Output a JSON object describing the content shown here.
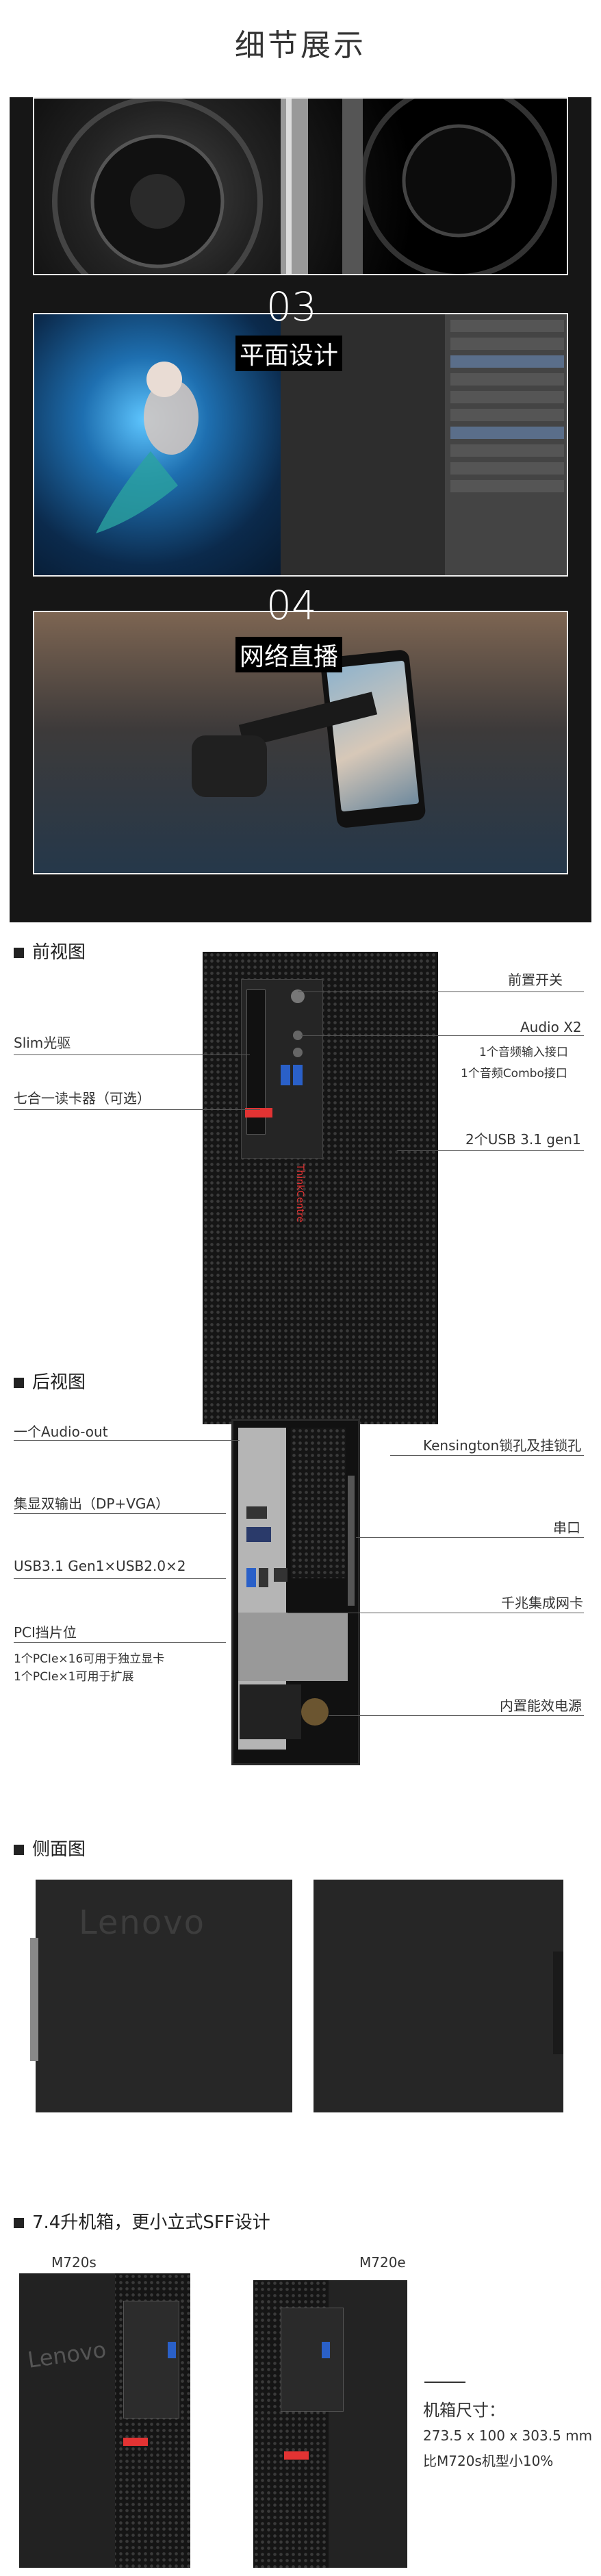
{
  "header": {
    "title": "细节展示"
  },
  "detail": {
    "panel3": {
      "num": "03",
      "label": "平面设计"
    },
    "panel4": {
      "num": "04",
      "label": "网络直播"
    }
  },
  "front": {
    "heading": "前视图",
    "labels": {
      "power": "前置开关",
      "audio": "Audio X2",
      "audio_in": "1个音频输入接口",
      "audio_combo": "1个音频Combo接口",
      "slim": "Slim光驱",
      "card": "七合一读卡器（可选）",
      "usb": "2个USB 3.1 gen1"
    }
  },
  "rear": {
    "heading": "后视图",
    "labels": {
      "audio_out": "一个Audio-out",
      "display": "集显双输出（DP+VGA）",
      "usb": "USB3.1 Gen1×USB2.0×2",
      "pci": "PCI挡片位",
      "pci1": "1个PCIe×16可用于独立显卡",
      "pci2": "1个PCIe×1可用于扩展",
      "lock": "Kensington锁孔及挂锁孔",
      "serial": "串口",
      "lan": "千兆集成网卡",
      "psu": "内置能效电源"
    }
  },
  "side": {
    "heading": "侧面图",
    "logo": "Lenovo"
  },
  "compare": {
    "heading": "7.4升机箱，更小立式SFF设计",
    "m1": "M720s",
    "m2": "M720e",
    "logo": "Lenovo",
    "size_title": "机箱尺寸：",
    "size": "273.5 x 100 x 303.5 mm",
    "size_note": "比M720s机型小10%"
  },
  "brand": "ThinkCentre",
  "colors": {
    "accent": "#e23333",
    "dark": "#161616"
  }
}
